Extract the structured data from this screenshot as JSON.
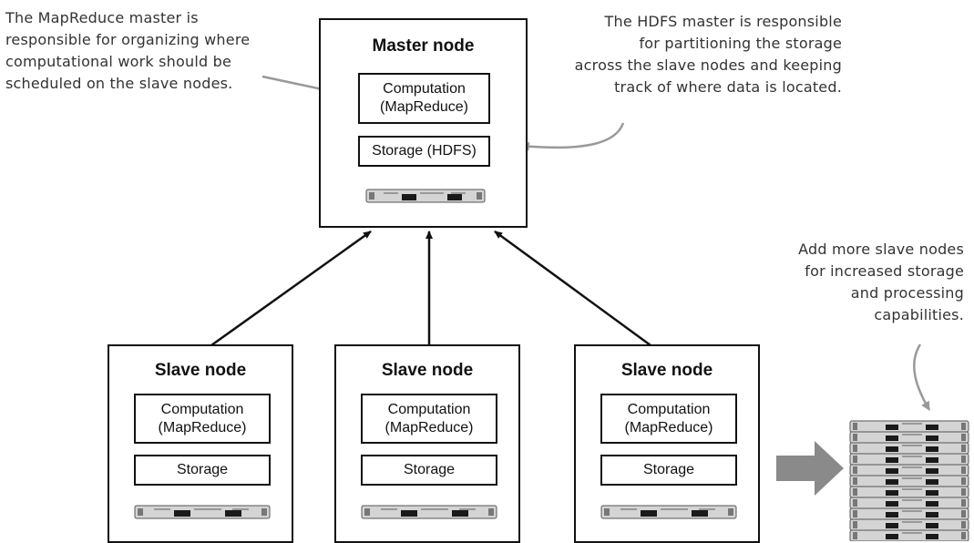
{
  "master": {
    "title": "Master node",
    "computation": [
      "Computation",
      "(MapReduce)"
    ],
    "storage": "Storage (HDFS)"
  },
  "slaves": [
    {
      "title": "Slave node",
      "computation": [
        "Computation",
        "(MapReduce)"
      ],
      "storage": "Storage"
    },
    {
      "title": "Slave node",
      "computation": [
        "Computation",
        "(MapReduce)"
      ],
      "storage": "Storage"
    },
    {
      "title": "Slave node",
      "computation": [
        "Computation",
        "(MapReduce)"
      ],
      "storage": "Storage"
    }
  ],
  "annotations": {
    "mapreduce_master": "The MapReduce master is\nresponsible for organizing where\ncomputational work should be\nscheduled on the slave nodes.",
    "hdfs_master": "The HDFS master is responsible\nfor partitioning the storage\nacross the slave nodes and keeping\ntrack of where data is located.",
    "add_slaves": "Add more slave nodes\nfor increased storage\nand processing\ncapabilities."
  },
  "icons": {
    "server": "rack-server-icon",
    "rack": "server-rack-stack-icon",
    "expand_arrow": "right-arrow-icon"
  },
  "colors": {
    "outline": "#111111",
    "annotation_text": "#333333",
    "annotation_arrow": "#999999",
    "big_arrow": "#8a8a8a",
    "server_body": "#d4d4d4"
  }
}
